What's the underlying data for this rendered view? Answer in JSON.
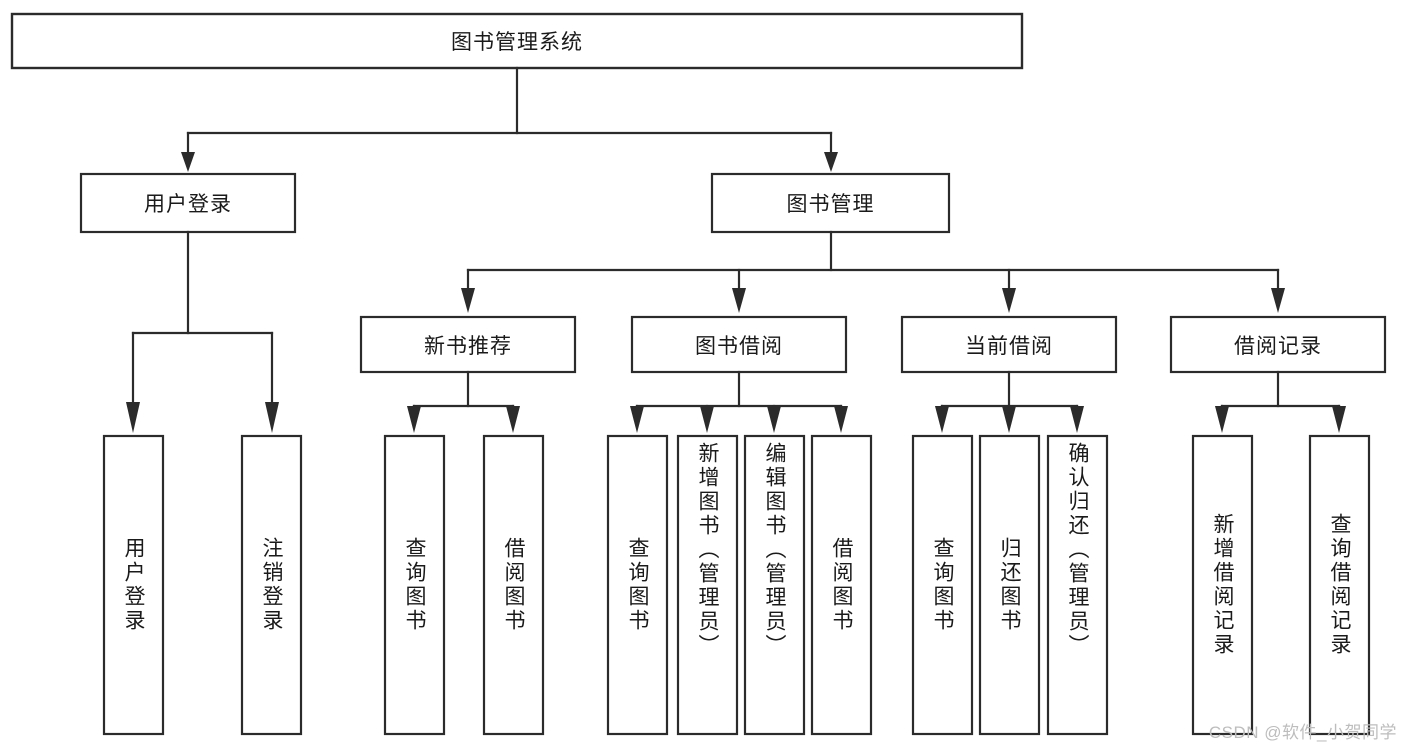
{
  "diagram": {
    "type": "tree",
    "title": "图书管理系统",
    "colors": {
      "box_stroke": "#2b2b2b",
      "box_fill": "#ffffff",
      "text": "#1a1a1a",
      "background": "#ffffff",
      "watermark": "#bdbdbd"
    },
    "levels": [
      {
        "level": 0,
        "nodes": [
          {
            "id": "root",
            "label": "图书管理系统",
            "orientation": "horizontal"
          }
        ]
      },
      {
        "level": 1,
        "nodes": [
          {
            "id": "l1-user-login",
            "label": "用户登录",
            "orientation": "horizontal",
            "parent": "root"
          },
          {
            "id": "l1-book-mgmt",
            "label": "图书管理",
            "orientation": "horizontal",
            "parent": "root"
          }
        ]
      },
      {
        "level": 2,
        "nodes": [
          {
            "id": "l2-new-book-rec",
            "label": "新书推荐",
            "orientation": "horizontal",
            "parent": "l1-book-mgmt"
          },
          {
            "id": "l2-book-borrow",
            "label": "图书借阅",
            "orientation": "horizontal",
            "parent": "l1-book-mgmt"
          },
          {
            "id": "l2-current-borrow",
            "label": "当前借阅",
            "orientation": "horizontal",
            "parent": "l1-book-mgmt"
          },
          {
            "id": "l2-borrow-record",
            "label": "借阅记录",
            "orientation": "horizontal",
            "parent": "l1-book-mgmt"
          }
        ]
      },
      {
        "level": 3,
        "nodes": [
          {
            "id": "leaf-user-login",
            "label": "用户登录",
            "orientation": "vertical",
            "parent": "l1-user-login"
          },
          {
            "id": "leaf-logout-login",
            "label": "注销登录",
            "orientation": "vertical",
            "parent": "l1-user-login"
          },
          {
            "id": "leaf-query-book-1",
            "label": "查询图书",
            "orientation": "vertical",
            "parent": "l2-new-book-rec"
          },
          {
            "id": "leaf-borrow-book-1",
            "label": "借阅图书",
            "orientation": "vertical",
            "parent": "l2-new-book-rec"
          },
          {
            "id": "leaf-query-book-2",
            "label": "查询图书",
            "orientation": "vertical",
            "parent": "l2-book-borrow"
          },
          {
            "id": "leaf-add-book-admin",
            "label": "新增图书（管理员）",
            "orientation": "vertical",
            "parent": "l2-book-borrow"
          },
          {
            "id": "leaf-edit-book-admin",
            "label": "编辑图书（管理员）",
            "orientation": "vertical",
            "parent": "l2-book-borrow"
          },
          {
            "id": "leaf-borrow-book-2",
            "label": "借阅图书",
            "orientation": "vertical",
            "parent": "l2-book-borrow"
          },
          {
            "id": "leaf-query-book-3",
            "label": "查询图书",
            "orientation": "vertical",
            "parent": "l2-current-borrow"
          },
          {
            "id": "leaf-return-book",
            "label": "归还图书",
            "orientation": "vertical",
            "parent": "l2-current-borrow"
          },
          {
            "id": "leaf-confirm-return-admin",
            "label": "确认归还（管理员）",
            "orientation": "vertical",
            "parent": "l2-current-borrow"
          },
          {
            "id": "leaf-add-borrow-record",
            "label": "新增借阅记录",
            "orientation": "vertical",
            "parent": "l2-borrow-record"
          },
          {
            "id": "leaf-query-borrow-record",
            "label": "查询借阅记录",
            "orientation": "vertical",
            "parent": "l2-borrow-record"
          }
        ]
      }
    ]
  },
  "watermark": {
    "text": "CSDN @软件_小贺同学"
  }
}
